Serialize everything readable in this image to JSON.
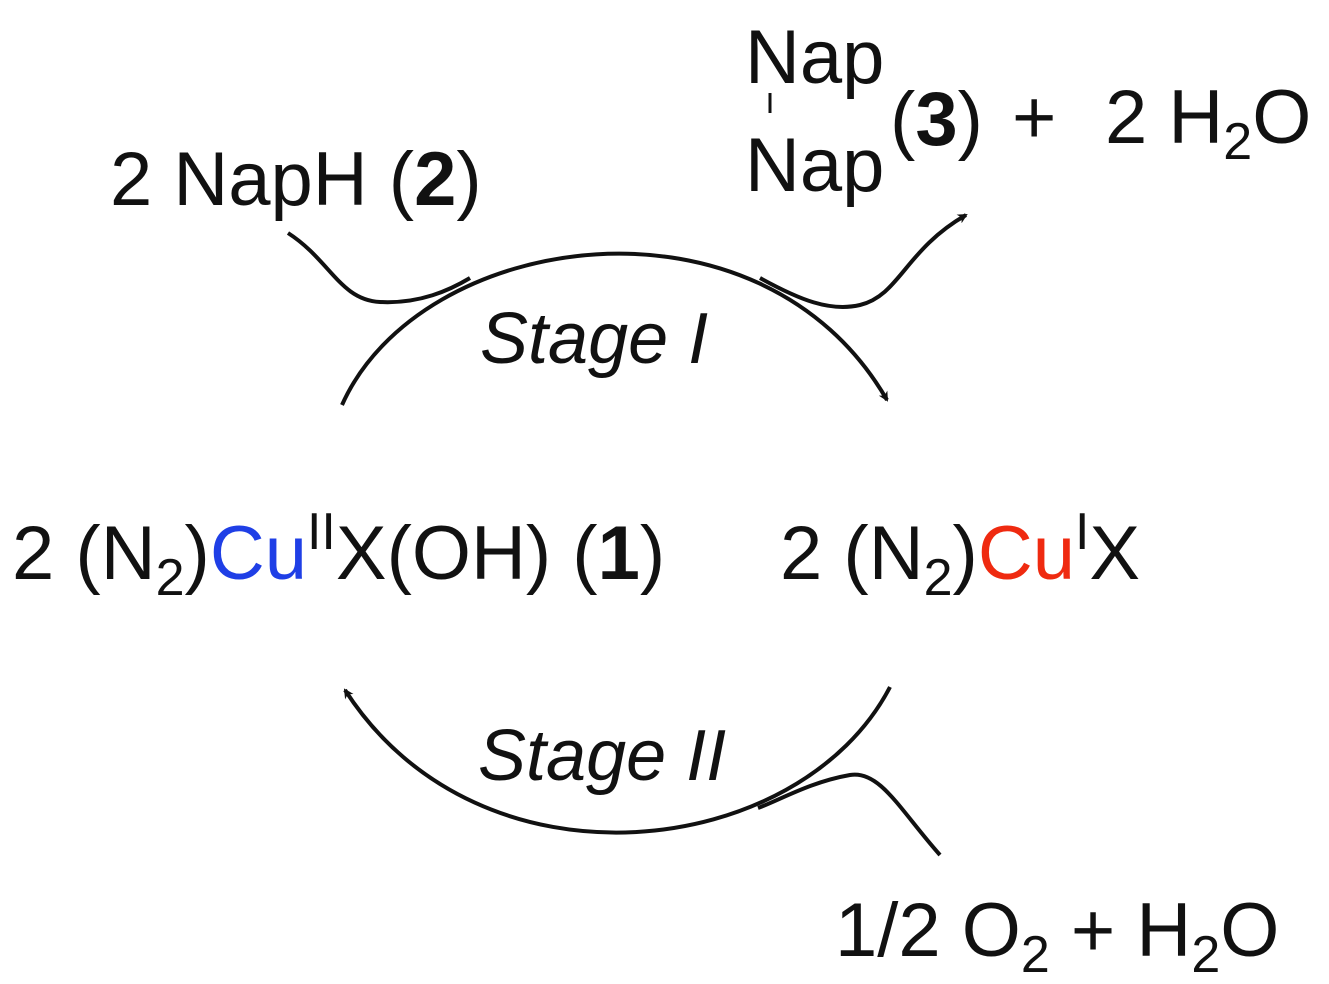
{
  "reactant_top": {
    "coef": "2 NapH (",
    "num": "2",
    "close": ")"
  },
  "product_top": {
    "nap_top": "Nap",
    "nap_bottom": "Nap",
    "num_open": "(",
    "num": "3",
    "num_close": ")",
    "plus": "+",
    "water_pre": "2 H",
    "water_sub": "2",
    "water_post": "O"
  },
  "stage1": "Stage I",
  "stage2": "Stage II",
  "left_complex": {
    "pre": "2 (N",
    "sub": "2",
    "mid": ")",
    "metal": "Cu",
    "ox": "II",
    "post": "X(OH) (",
    "num": "1",
    "close": ")"
  },
  "right_complex": {
    "pre": "2 (N",
    "sub": "2",
    "mid": ")",
    "metal": "Cu",
    "ox": "I",
    "post": "X"
  },
  "reactant_bottom": {
    "pre": "1/2 O",
    "sub1": "2",
    "mid": " + H",
    "sub2": "2",
    "post": "O"
  },
  "colors": {
    "cu_II": "#1f3fe6",
    "cu_I": "#ef2a10",
    "ink": "#111111"
  }
}
